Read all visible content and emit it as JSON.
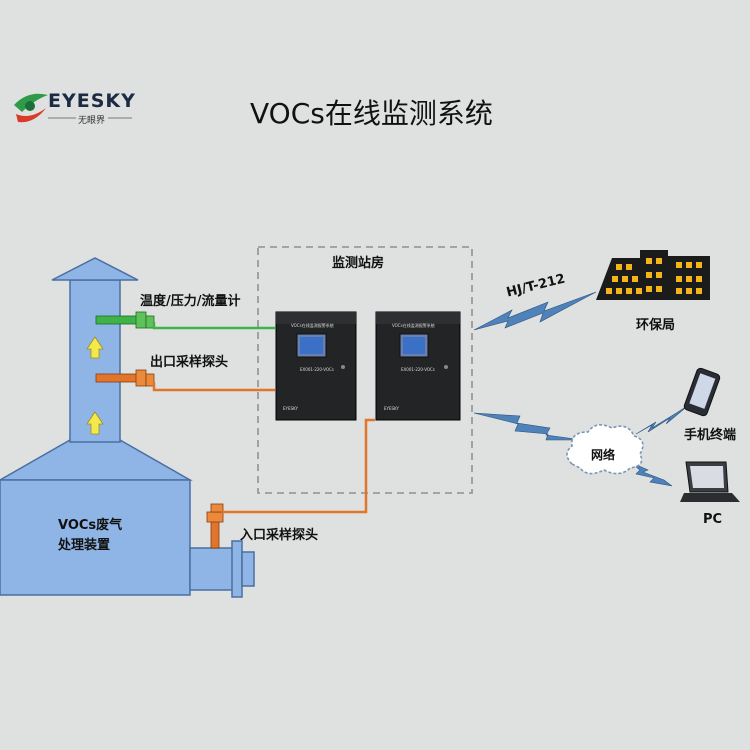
{
  "brand": {
    "name": "EYESKY",
    "sub": "无眼界"
  },
  "title": "VOCs在线监测系统",
  "labels": {
    "station": "监测站房",
    "sensor": "温度/压力/流量计",
    "outlet_probe": "出口采样探头",
    "inlet_probe": "入口采样探头",
    "treatment_line1": "VOCs废气",
    "treatment_line2": "处理装置",
    "protocol": "HJ/T-212",
    "epa": "环保局",
    "network": "网络",
    "mobile": "手机终端",
    "pc": "PC"
  },
  "cabinet": {
    "header": "VOCs在线监测报警系统",
    "model": "EX001-220-VOCs",
    "logo": "EYESKY"
  },
  "colors": {
    "stack_fill": "#8eb5e6",
    "stack_stroke": "#4a6fa0",
    "arrow_yellow": "#f4e94a",
    "green_line": "#3fb34a",
    "orange_line": "#e0752b",
    "cabinet": "#222426",
    "lightning": "#4f82b8",
    "building": "#1b1b1b",
    "window": "#f3b51a"
  }
}
